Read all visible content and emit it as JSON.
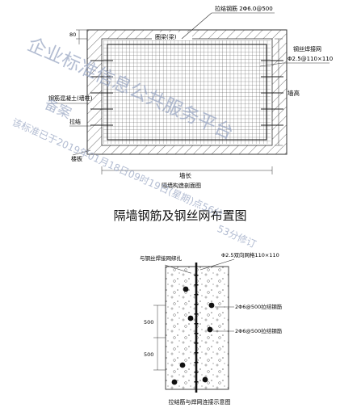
{
  "upper_drawing": {
    "labels": {
      "tie_rebar": "拉结钢筋 2Φ6.0@500",
      "mesh_right_1": "钢丝焊接网",
      "mesh_right_2": "Φ2.5@110×110",
      "dim_80": "80",
      "beam_inner": "圈梁(梁)",
      "column_left": "钢筋混凝土(墙柱)",
      "side_small": "拉结",
      "wall_height": "墙高",
      "floor_slab": "楼板",
      "wall_length": "墙长",
      "elevation_caption": "隔墙构造剖面图"
    }
  },
  "title": "隔墙钢筋及钢丝网布置图",
  "lower_drawing": {
    "labels": {
      "tie_binding": "与钢丝焊接网绑扎",
      "mesh_spec": "Φ2.5双向网格110×110",
      "tie_a": "2Φ6@500拉结钢筋",
      "tie_b": "2Φ6@500拉结钢筋",
      "dim_500_a": "500",
      "dim_500_b": "500",
      "caption": "拉结筋与焊网连接示意图"
    }
  },
  "watermark": {
    "line1": "企业标准信息公共服务平台",
    "line2": "备案",
    "line3": "该标准已于2019年01月18日09时19日(星期)点56分",
    "line4": "53分修订"
  },
  "colors": {
    "line": "#333333",
    "hatch": "#555555",
    "watermark": "#9aa7c4"
  }
}
